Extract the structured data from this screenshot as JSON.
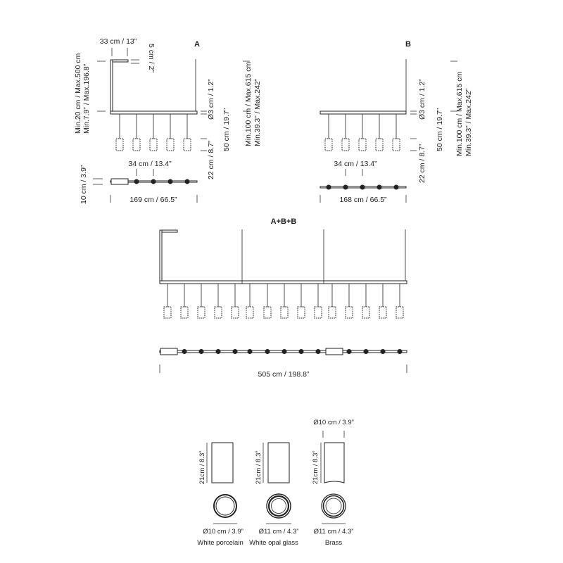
{
  "variants": {
    "a": {
      "label": "A",
      "arm_width": "33 cm / 13”",
      "arm_drop": "5 cm / 2”",
      "height_cm": "Min.20 cm / Max.500 cm",
      "height_in": "Min.7.9” / Max.196.8”",
      "rail_diameter": "Ø3 cm / 1.2”",
      "suspension_cm": "Min.100 cm / Max.615 cm",
      "suspension_in": "Min.39.3” / Max.242”",
      "cable_length": "50 cm / 19.7”",
      "shade_height": "22 cm / 8.7”",
      "spacing": "34 cm / 13.4”",
      "depth": "10 cm / 3.9”",
      "length": "169 cm / 66.5”"
    },
    "b": {
      "label": "B",
      "rail_diameter": "Ø3 cm / 1.2”",
      "suspension_cm": "Min.100 cm / Max.615 cm",
      "suspension_in": "Min.39.3” / Max.242”",
      "cable_length": "50 cm / 19.7”",
      "shade_height": "22 cm / 8.7”",
      "spacing": "34 cm / 13.4”",
      "length": "168 cm / 66.5”"
    },
    "abb": {
      "label": "A+B+B",
      "length": "505 cm / 198.8”"
    }
  },
  "shades": [
    {
      "name": "White porcelain",
      "height": "21cm / 8.3”",
      "diameter": "Ø10 cm / 3.9”"
    },
    {
      "name": "White opal glass",
      "height": "21cm / 8.3”",
      "diameter": "Ø11 cm / 4.3”"
    },
    {
      "name": "Brass",
      "height": "21cm / 8.3”",
      "diameter": "Ø11 cm / 4.3”",
      "top_diameter": "Ø10 cm / 3.9”"
    }
  ]
}
